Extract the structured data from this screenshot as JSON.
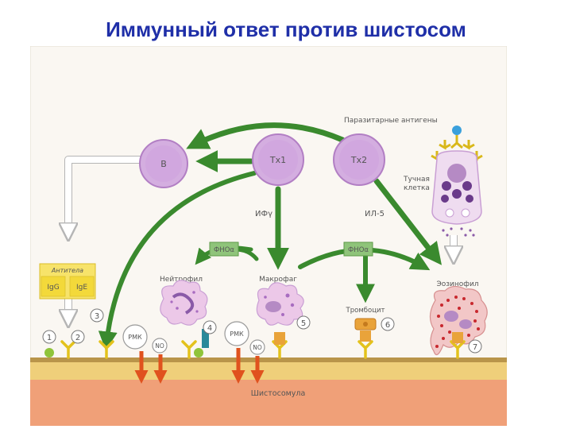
{
  "title": "Иммунный ответ против шистосом",
  "labels": {
    "parasite_antigens": "Паразитарные антигены",
    "b_cell": "B",
    "th1": "Тх1",
    "th2": "Тх2",
    "mast_cell_line1": "Тучная",
    "mast_cell_line2": "клетка",
    "ifn": "ИФγ",
    "il5": "ИЛ-5",
    "tnf_left": "ФНОα",
    "tnf_right": "ФНОα",
    "antibodies": "Антитела",
    "igg": "IgG",
    "ige": "IgE",
    "neutrophil": "Нейтрофил",
    "macrophage": "Макрофаг",
    "platelet": "Тромбоцит",
    "eosinophil": "Эозинофил",
    "rmk_left": "РМК",
    "rmk_right": "РМК",
    "no_left": "NO",
    "no_right": "NO",
    "schistosomula": "Шистосомула"
  },
  "markers": [
    "1",
    "2",
    "3",
    "4",
    "5",
    "6",
    "7"
  ],
  "colors": {
    "title": "#1f2fa8",
    "arrow_green": "#3a8a2e",
    "cell_fill": "#d4aee0",
    "cell_border": "#b27fc4",
    "parasite": "#f0a078",
    "parasite_band": "#efcf7a",
    "tnf_box": "#8fc47a",
    "antibody_box": "#f7e36a",
    "receptor": "#e3c21c",
    "orange_arrow": "#e0521e"
  }
}
